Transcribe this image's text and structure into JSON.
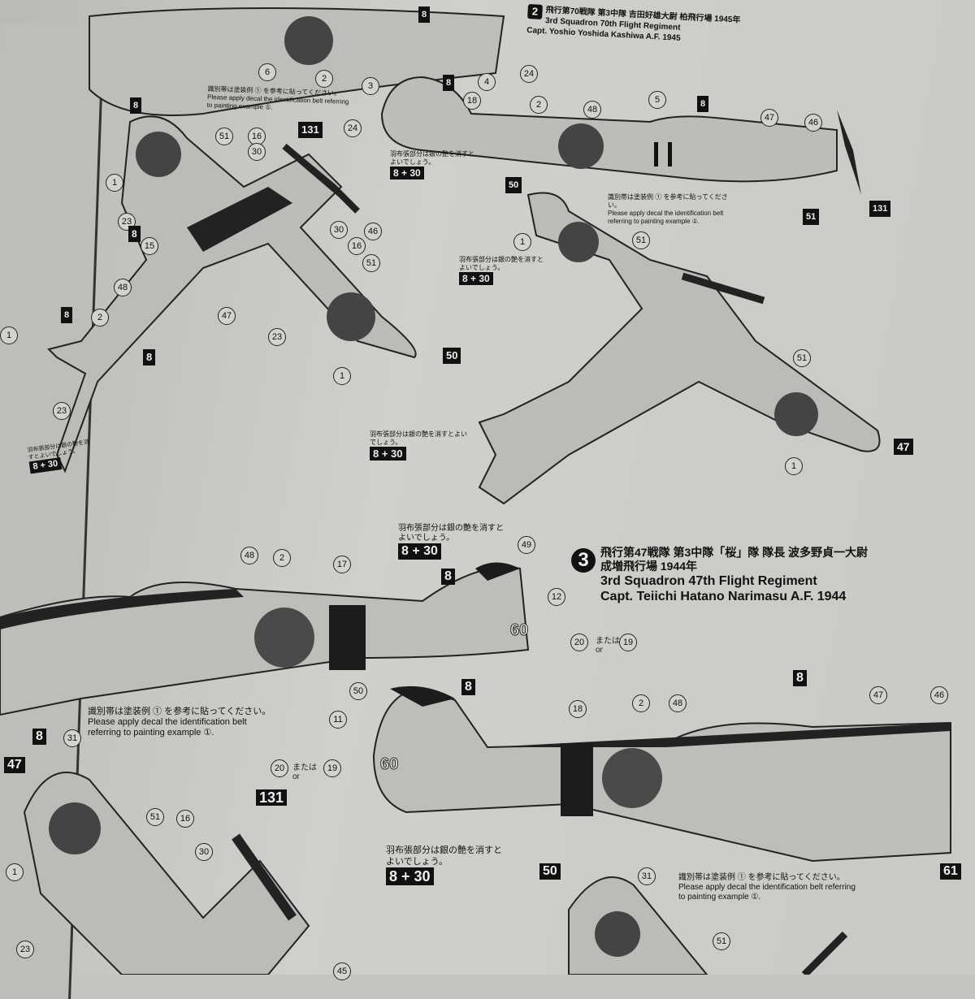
{
  "scheme2": {
    "number": "2",
    "title_jp": "飛行第70戦隊 第3中隊 吉田好雄大尉 柏飛行場 1945年",
    "title_en_1": "3rd Squadron 70th Flight Regiment",
    "title_en_2": "Capt. Yoshio Yoshida Kashiwa A.F. 1945"
  },
  "scheme3": {
    "number": "3",
    "title_jp_1": "飛行第47戦隊 第3中隊「桜」隊 隊長 波多野貞一大尉",
    "title_jp_2": "成増飛行場 1944年",
    "title_en_1": "3rd Squadron 47th Flight Regiment",
    "title_en_2": "Capt. Teiichi Hatano Narimasu A.F. 1944"
  },
  "notes": {
    "belt_jp": "識別帯は塗装例 ① を参考に貼ってください。",
    "belt_en": "Please apply decal the identification belt referring to painting example ①.",
    "fabric_jp": "羽布張部分は銀の艶を消すとよいでしょう。",
    "fabric_decal": "8 + 30",
    "or_jp": "または",
    "or_en": "or"
  },
  "callouts": [
    "2",
    "6",
    "4",
    "24",
    "3",
    "18",
    "24",
    "2",
    "48",
    "5",
    "47",
    "46",
    "51",
    "16",
    "30",
    "1",
    "23",
    "15",
    "30",
    "46",
    "16",
    "51",
    "48",
    "2",
    "47",
    "23",
    "1",
    "23",
    "1",
    "51",
    "1",
    "51",
    "1",
    "48",
    "2",
    "17",
    "49",
    "12",
    "20",
    "19",
    "50",
    "11",
    "18",
    "2",
    "48",
    "47",
    "46",
    "20",
    "19",
    "31",
    "51",
    "16",
    "30",
    "1",
    "23",
    "45",
    "31",
    "51"
  ],
  "boxed": [
    "8",
    "8",
    "8",
    "131",
    "8",
    "8",
    "50",
    "51",
    "131",
    "50",
    "8",
    "8",
    "47",
    "8",
    "8",
    "8",
    "8",
    "47",
    "131",
    "50",
    "61"
  ],
  "decal_60": "60"
}
